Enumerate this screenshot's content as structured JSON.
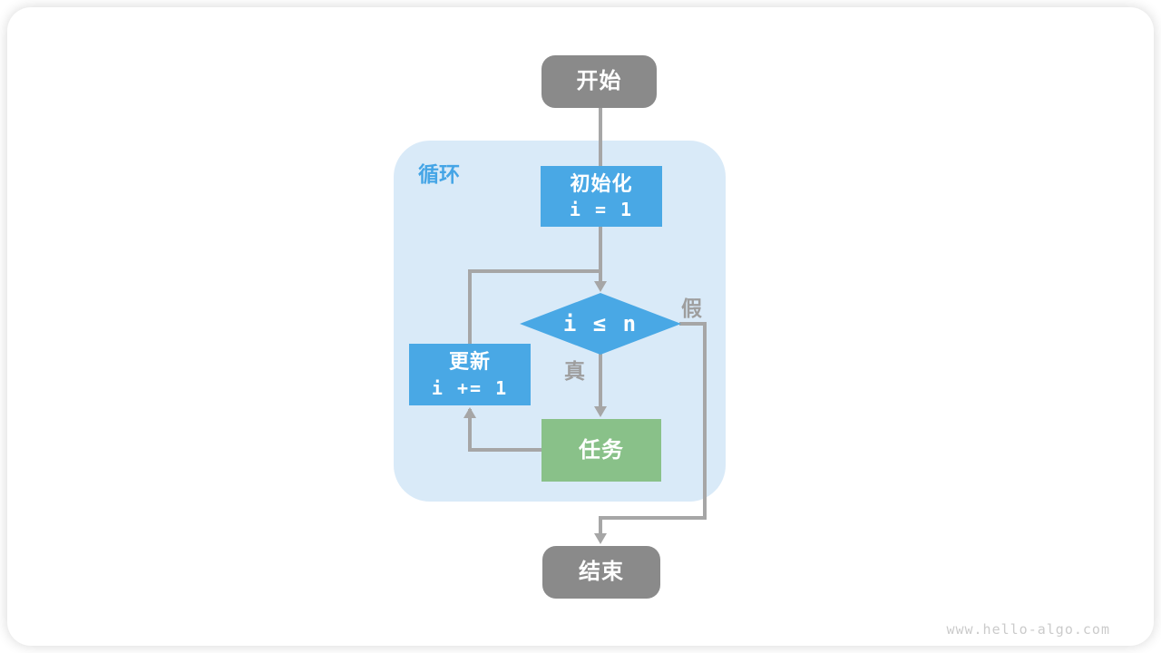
{
  "flowchart": {
    "start": {
      "label": "开始"
    },
    "loop": {
      "label": "循环"
    },
    "init": {
      "title": "初始化",
      "code": "i = 1"
    },
    "condition": {
      "code": "i ≤ n"
    },
    "branch_true": {
      "label": "真"
    },
    "branch_false": {
      "label": "假"
    },
    "update": {
      "title": "更新",
      "code": "i += 1"
    },
    "task": {
      "label": "任务"
    },
    "end": {
      "label": "结束"
    },
    "colors": {
      "node_blue": "#49a8e5",
      "node_green": "#89c189",
      "node_gray": "#8a8a8a",
      "loop_background": "#d9eaf8",
      "loop_label_blue": "#45a5e6",
      "connector_gray": "#a6a6a6",
      "branch_label_gray": "#9e9e9e"
    }
  },
  "page": {
    "watermark": "www.hello-algo.com"
  }
}
